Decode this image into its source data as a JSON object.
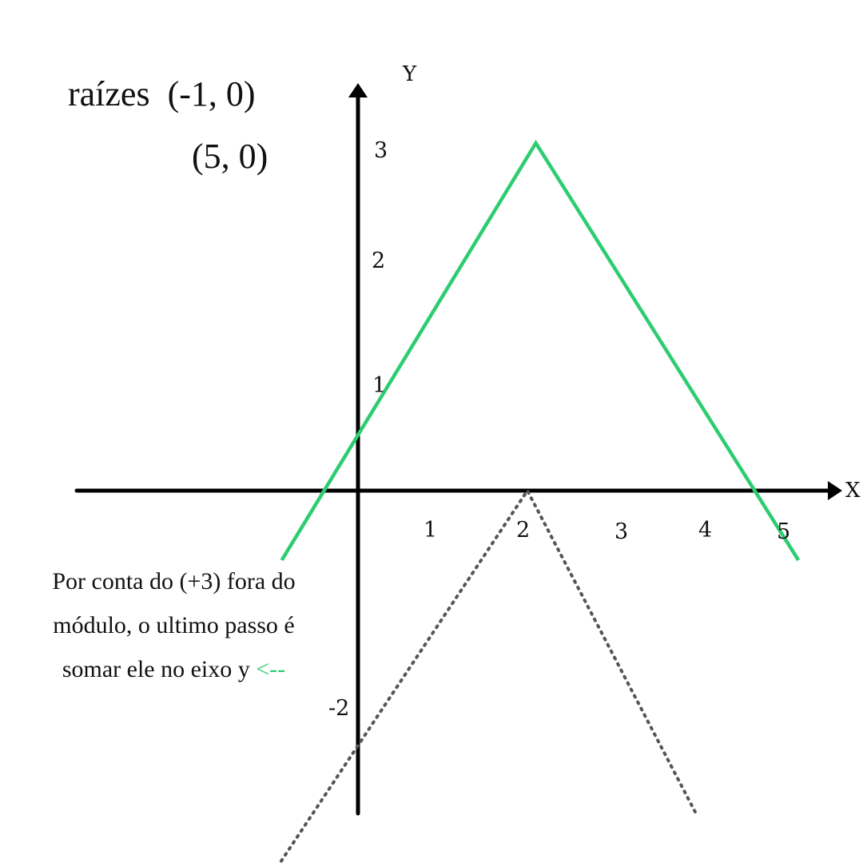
{
  "annotations": {
    "roots_label": "raízes",
    "root_1": "(-1, 0)",
    "root_2": "(5, 0)",
    "note_text": "Por  conta do (+3) fora do módulo, o ultimo passo é somar ele no eixo y",
    "note_arrow": "<--"
  },
  "colors": {
    "axis": "#000000",
    "final_graph": "#2ecc71",
    "previous_graph": "#555555",
    "text": "#111111",
    "arrow": "#2ecc71"
  },
  "chart_data": {
    "type": "line",
    "xlabel": "X",
    "ylabel": "Y",
    "x_ticks": [
      "1",
      "2",
      "3",
      "4",
      "5"
    ],
    "y_ticks": [
      "1",
      "2",
      "3"
    ],
    "y_ticks_negative": [
      "-2"
    ],
    "series": [
      {
        "style": "solid",
        "color": "#2ecc71",
        "points": [
          [
            -0.9,
            -0.6
          ],
          [
            2.1,
            3.0
          ],
          [
            5.2,
            -0.6
          ]
        ]
      },
      {
        "style": "dotted",
        "color": "#555555",
        "points": [
          [
            -1.0,
            -3.3
          ],
          [
            2.0,
            0.0
          ],
          [
            4.0,
            -2.8
          ]
        ]
      }
    ]
  }
}
